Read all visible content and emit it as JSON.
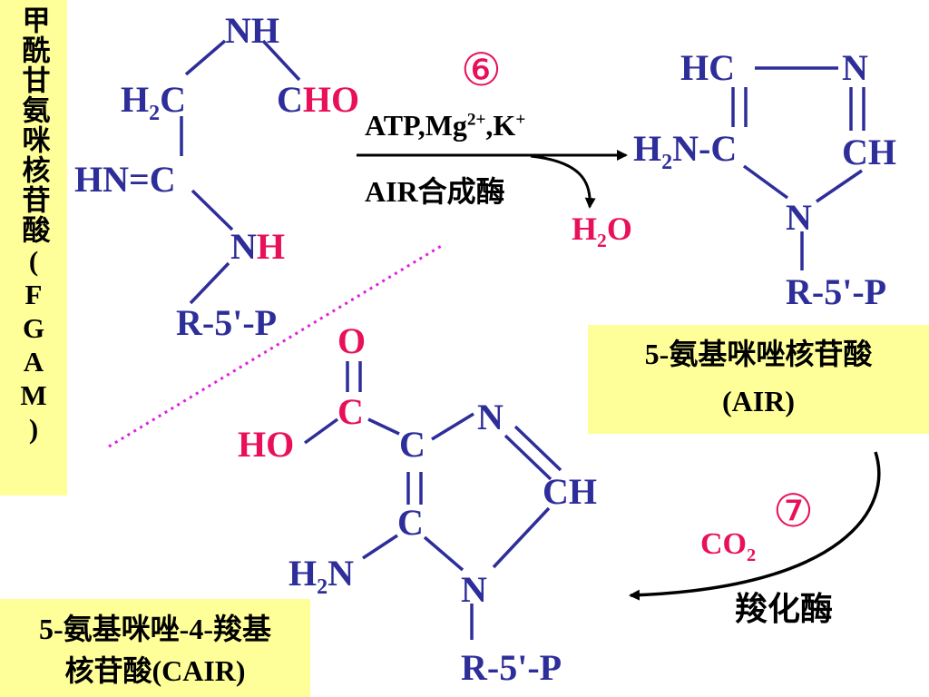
{
  "fgam_label": "甲酰甘氨咪核苷酸(FGAM)",
  "air_label_line1": "5-氨基咪唑核苷酸",
  "air_label_line2": "(AIR)",
  "cair_label_line1": "5-氨基咪唑-4-羧基",
  "cair_label_line2": "核苷酸(CAIR)",
  "step6": {
    "number": "⑥",
    "cofactors": "ATP,Mg2+,K+",
    "enzyme": "AIR合成酶",
    "product": "H2O"
  },
  "step7": {
    "number": "⑦",
    "reactant": "CO2",
    "enzyme": "羧化酶"
  },
  "ribose_phosphate": "R-5'-P",
  "colors": {
    "bond": "#2e2e9a",
    "highlight": "#e8105a",
    "label_bg": "#ffff99",
    "dotted": "#e020e0"
  }
}
